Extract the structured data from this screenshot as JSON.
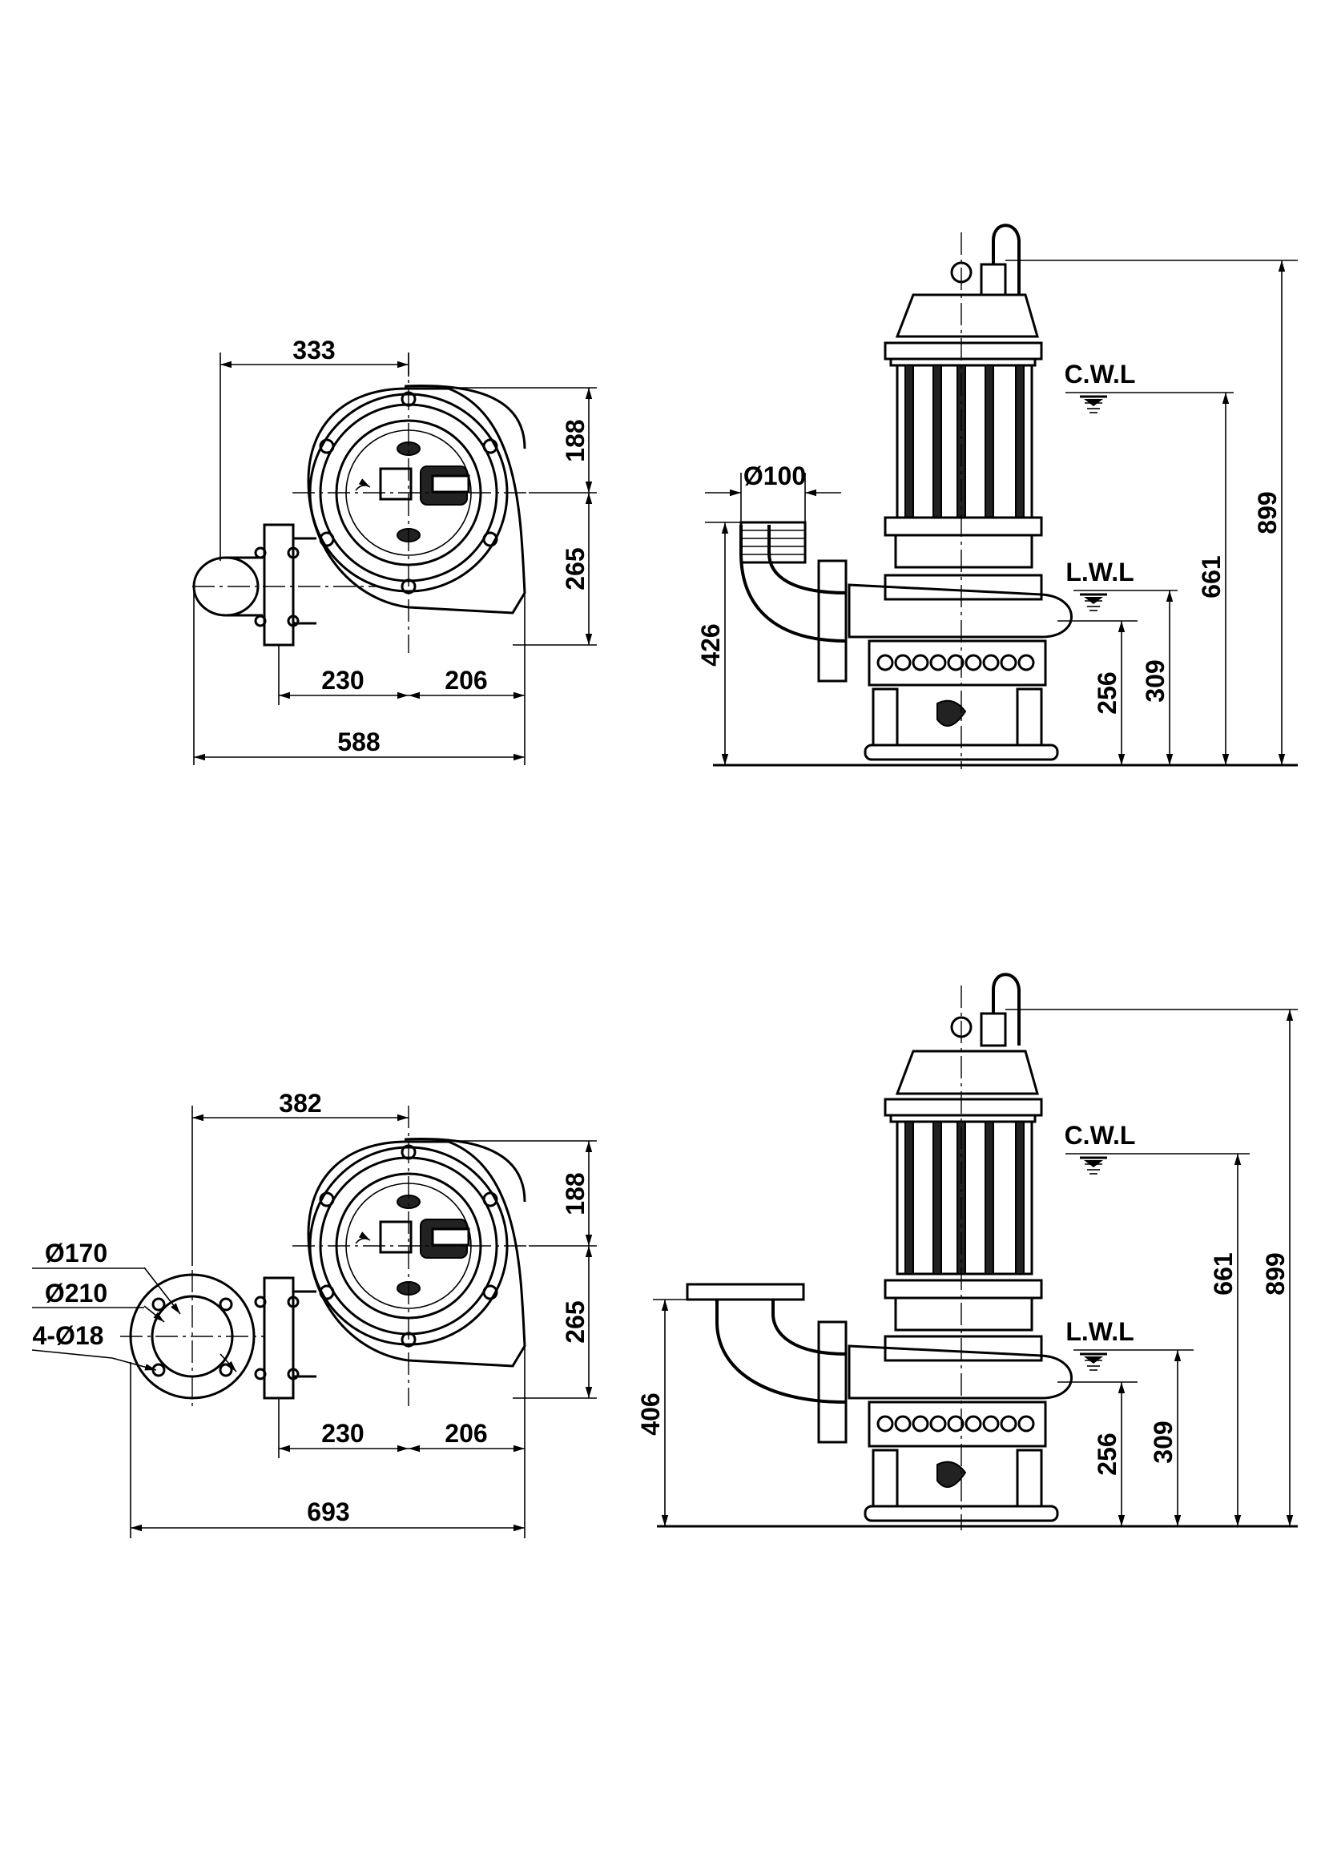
{
  "top_plan": {
    "dim_width": "333",
    "dim_top": "188",
    "dim_bottom": "265",
    "dim_left": "230",
    "dim_right": "206",
    "dim_overall": "588"
  },
  "top_elev": {
    "dim_outlet_dia": "Ø100",
    "dim_outlet_height": "426",
    "cwl": "C.W.L",
    "lwl": "L.W.L",
    "dim_256": "256",
    "dim_309": "309",
    "dim_661": "661",
    "dim_899": "899"
  },
  "bot_plan": {
    "dim_width": "382",
    "dim_top": "188",
    "dim_bottom": "265",
    "dim_left": "230",
    "dim_right": "206",
    "dim_overall": "693",
    "flange_inner": "Ø170",
    "flange_outer": "Ø210",
    "flange_holes": "4-Ø18"
  },
  "bot_elev": {
    "dim_outlet_height": "406",
    "cwl": "C.W.L",
    "lwl": "L.W.L",
    "dim_256": "256",
    "dim_309": "309",
    "dim_661": "661",
    "dim_899": "899"
  }
}
